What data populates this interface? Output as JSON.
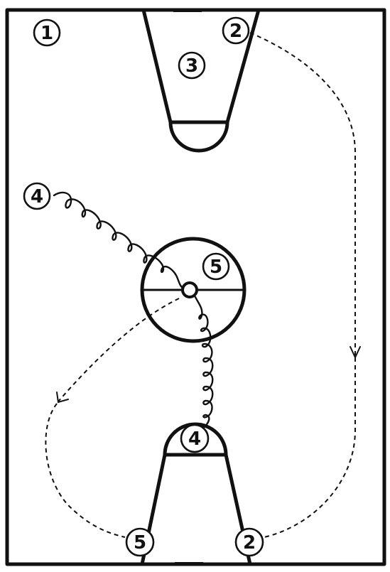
{
  "players": [
    {
      "id": "p1",
      "label": "1"
    },
    {
      "id": "p2-top",
      "label": "2"
    },
    {
      "id": "p3",
      "label": "3"
    },
    {
      "id": "p4-left",
      "label": "4"
    },
    {
      "id": "p5-center",
      "label": "5"
    },
    {
      "id": "p4-bottom",
      "label": "4"
    },
    {
      "id": "p5-bottom",
      "label": "5"
    },
    {
      "id": "p2-bottom",
      "label": "2"
    }
  ],
  "colors": {
    "ink": "#111111",
    "court": "#ffffff"
  }
}
